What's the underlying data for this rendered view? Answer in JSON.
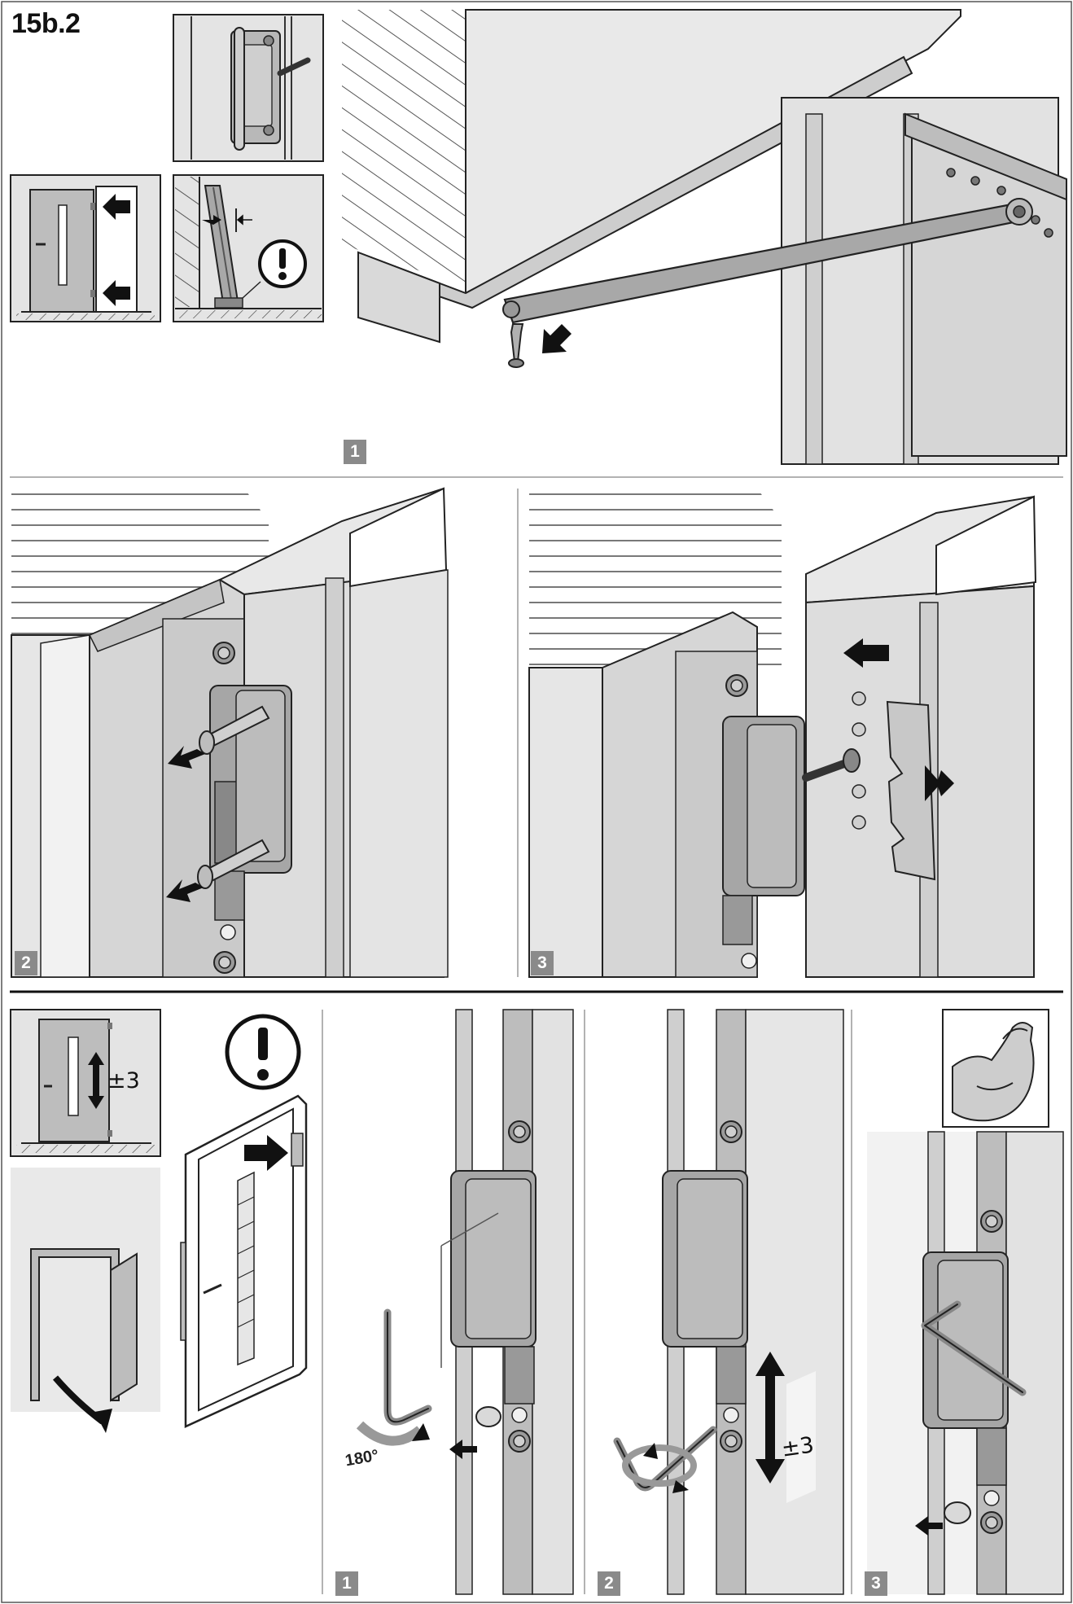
{
  "title": "15b.2",
  "colors": {
    "panel": "#e6e6e6",
    "frame": "#d5d5d5",
    "metal": "#a3a3a3",
    "dark": "#4a4a4a",
    "arrow": "#111111",
    "badge": "#8a8a8a"
  },
  "steps": {
    "top_step1": "1",
    "middle_step2": "2",
    "middle_step3": "3",
    "bottom_step1": "1",
    "bottom_step2": "2",
    "bottom_step3": "3"
  },
  "annotations": {
    "adjust_small": "±3",
    "adjust_large": "±3",
    "rotation": "180°"
  },
  "icons": [
    "warning-icon",
    "strength-arm-icon",
    "push-arrow-icon",
    "hex-key-icon",
    "screw-icon"
  ]
}
